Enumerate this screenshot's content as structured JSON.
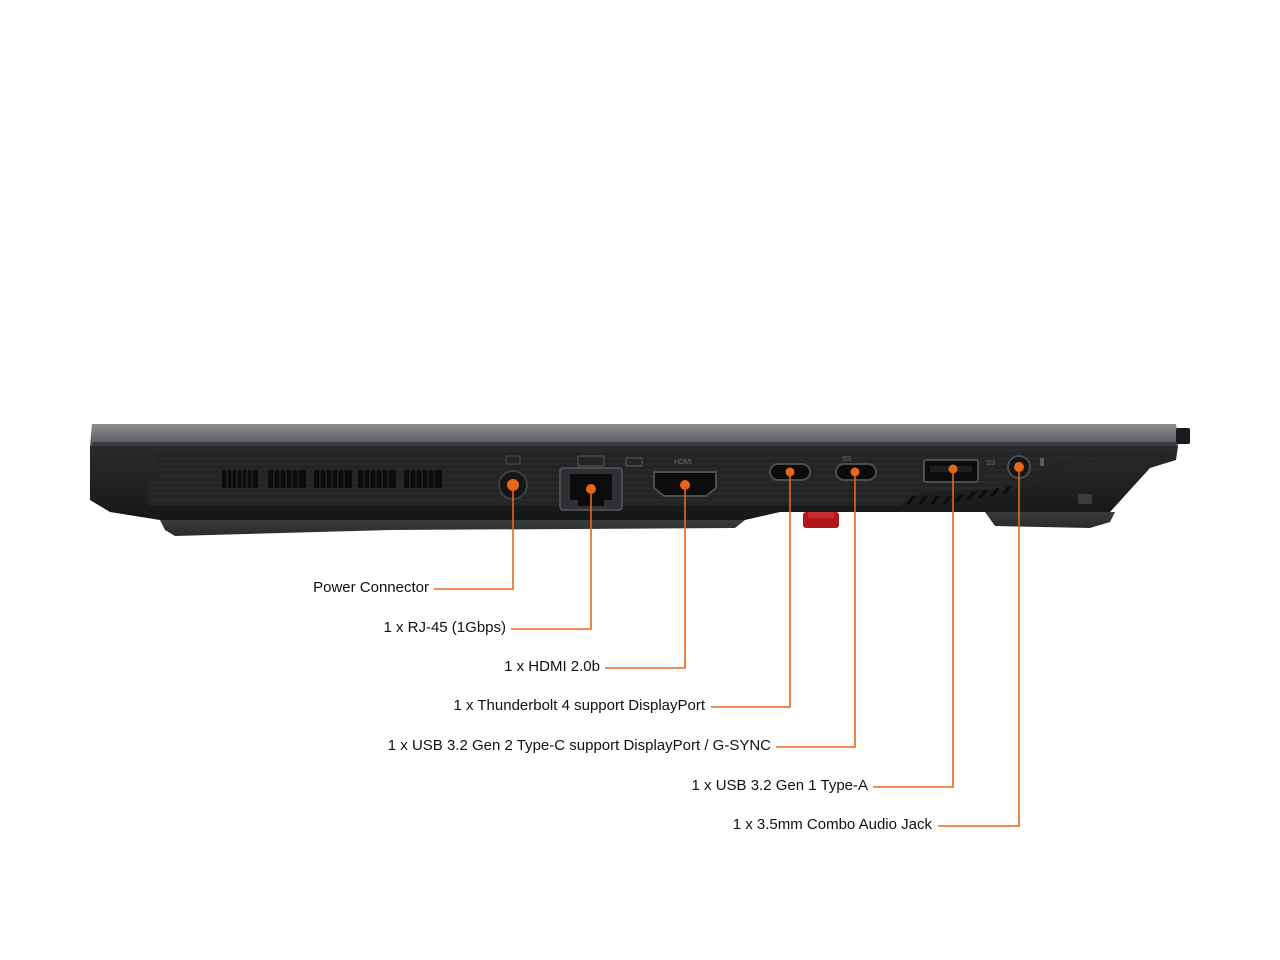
{
  "colors": {
    "leader": "#e8661c",
    "lid": "#6b6d70",
    "body": "#1f2022",
    "vent": "#0c0c0d",
    "text": "#111111",
    "accent_red": "#b0161b"
  },
  "callouts": [
    {
      "label": "Power Connector",
      "port": "power-connector"
    },
    {
      "label": "1 x RJ-45 (1Gbps)",
      "port": "rj45-port"
    },
    {
      "label": "1 x HDMI 2.0b",
      "port": "hdmi-port"
    },
    {
      "label": "1 x Thunderbolt 4 support DisplayPort",
      "port": "thunderbolt4-port"
    },
    {
      "label": "1 x USB 3.2 Gen 2 Type-C support DisplayPort / G-SYNC",
      "port": "usb-c-gen2-port"
    },
    {
      "label": "1 x USB 3.2 Gen 1 Type-A",
      "port": "usb-a-port"
    },
    {
      "label": "1 x 3.5mm Combo Audio Jack",
      "port": "audio-jack"
    }
  ],
  "port_markings": {
    "hdmi": "HDMI",
    "usb_c": "SS",
    "usb_a": "SS"
  }
}
